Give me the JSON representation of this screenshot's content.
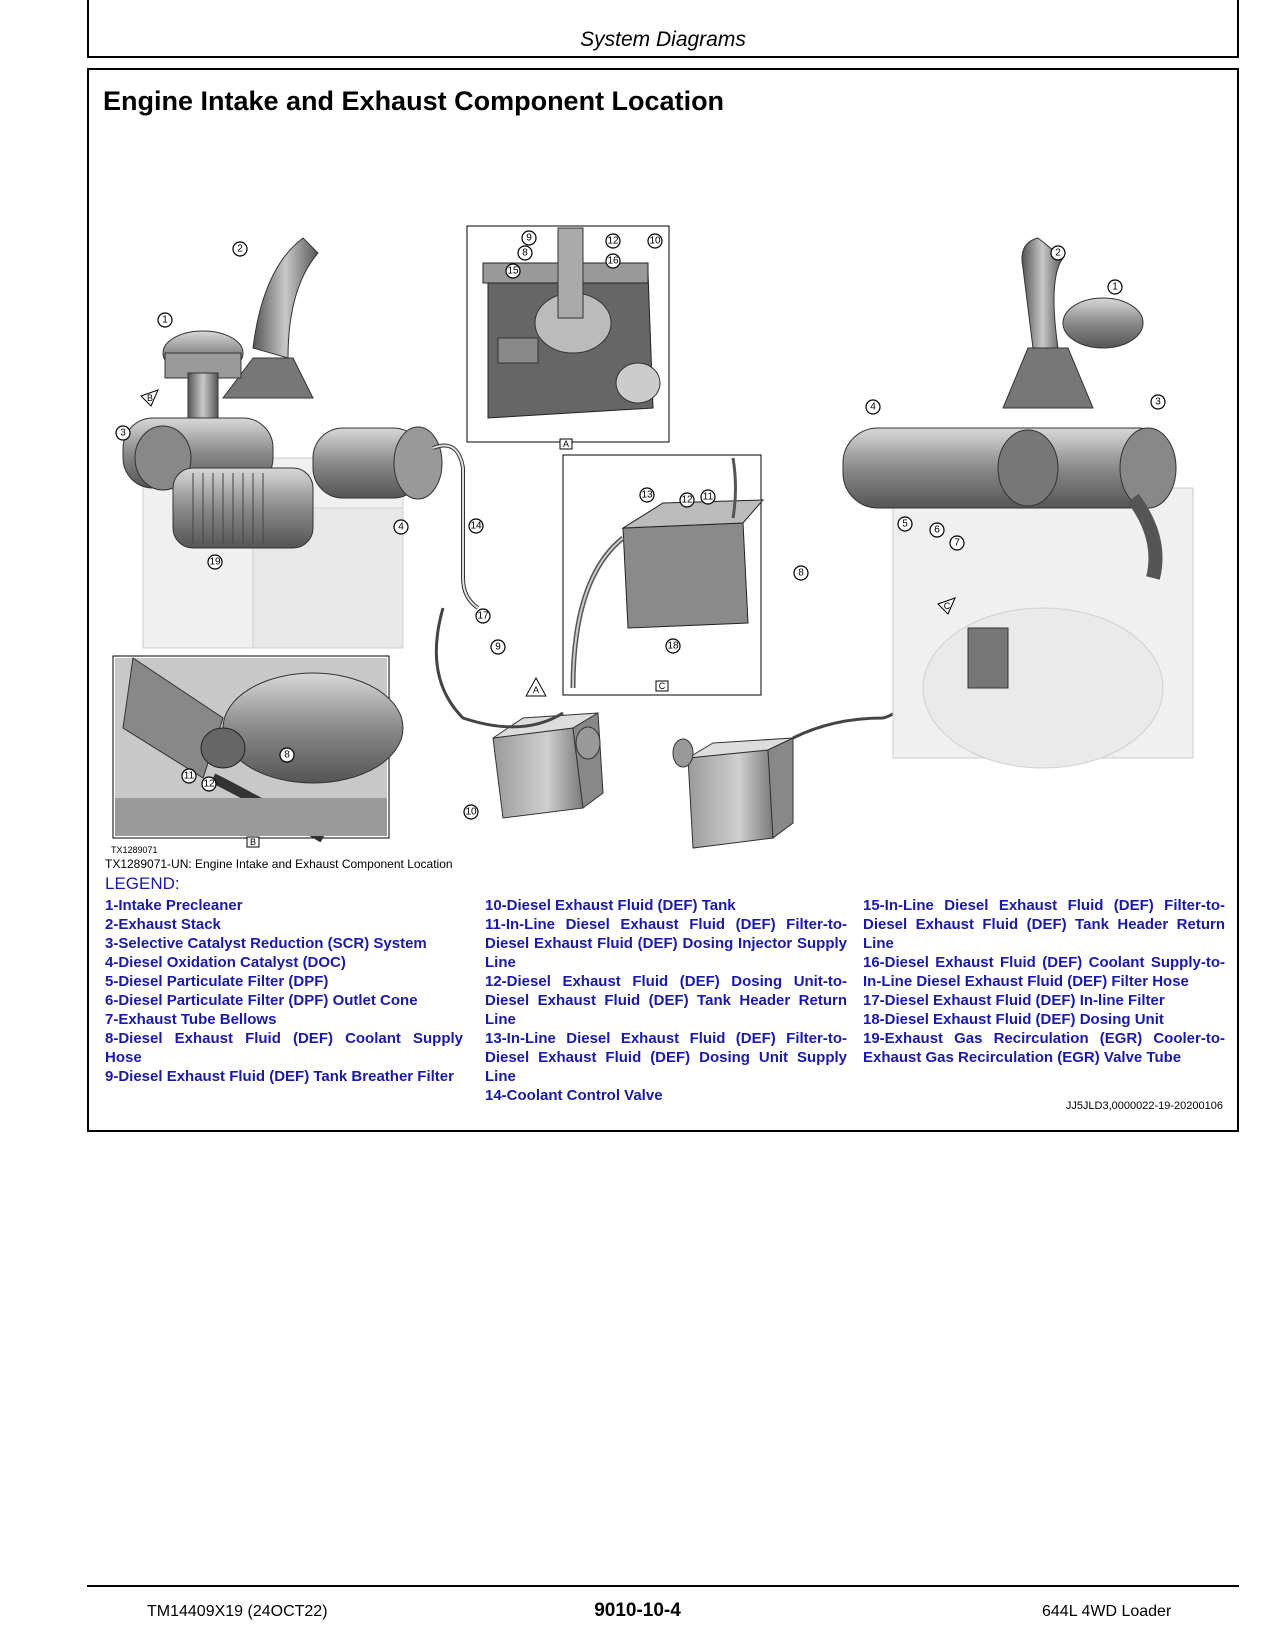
{
  "header": {
    "section_title": "System Diagrams"
  },
  "page_title": "Engine Intake and Exhaust Component Location",
  "figure": {
    "image_id": "TX1289071",
    "caption": "TX1289071-UN: Engine Intake and Exhaust Component Location",
    "view_tags": [
      "A",
      "B",
      "C"
    ],
    "callouts": [
      "1",
      "2",
      "3",
      "4",
      "5",
      "6",
      "7",
      "8",
      "9",
      "10",
      "11",
      "12",
      "13",
      "14",
      "15",
      "16",
      "17",
      "18",
      "19"
    ]
  },
  "legend": {
    "label": "LEGEND:",
    "columns": [
      [
        "1-Intake Precleaner",
        "2-Exhaust Stack",
        "3-Selective Catalyst Reduction (SCR) System",
        "4-Diesel Oxidation Catalyst (DOC)",
        "5-Diesel Particulate Filter (DPF)",
        "6-Diesel Particulate Filter (DPF) Outlet Cone",
        "7-Exhaust Tube Bellows",
        "8-Diesel Exhaust Fluid (DEF) Coolant Supply Hose",
        "9-Diesel Exhaust Fluid (DEF) Tank Breather Filter"
      ],
      [
        "10-Diesel Exhaust Fluid (DEF) Tank",
        "11-In-Line Diesel Exhaust Fluid (DEF) Filter-to-Diesel Exhaust Fluid (DEF) Dosing Injector Supply Line",
        "12-Diesel Exhaust Fluid (DEF) Dosing Unit-to-Diesel Exhaust Fluid (DEF) Tank Header Return Line",
        "13-In-Line Diesel Exhaust Fluid (DEF) Filter-to-Diesel Exhaust Fluid (DEF) Dosing Unit Supply Line",
        "14-Coolant Control Valve"
      ],
      [
        "15-In-Line Diesel Exhaust Fluid (DEF) Filter-to-Diesel Exhaust Fluid (DEF) Tank Header Return Line",
        "16-Diesel Exhaust Fluid (DEF) Coolant Supply-to-In-Line Diesel Exhaust Fluid (DEF) Filter Hose",
        "17-Diesel Exhaust Fluid (DEF) In-line Filter",
        "18-Diesel Exhaust Fluid (DEF) Dosing Unit",
        "19-Exhaust Gas Recirculation (EGR) Cooler-to-Exhaust Gas Recirculation (EGR) Valve Tube"
      ]
    ]
  },
  "reference_code": "JJ5JLD3,0000022-19-20200106",
  "footer": {
    "doc_number": "TM14409X19 (24OCT22)",
    "page_number": "9010-10-4",
    "model": "644L 4WD Loader"
  },
  "colors": {
    "legend_text": "#1a1aa6"
  }
}
